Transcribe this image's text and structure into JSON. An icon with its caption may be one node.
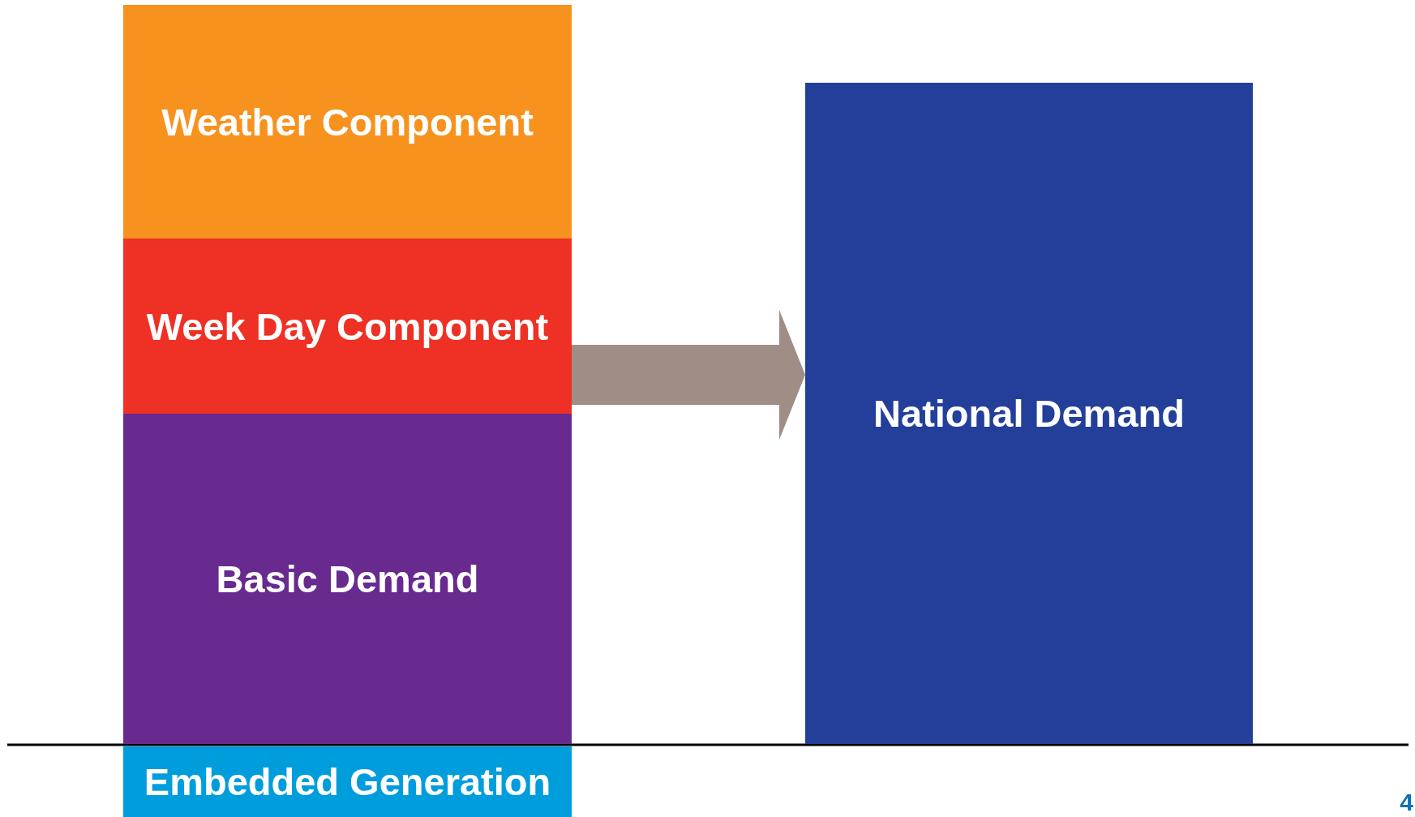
{
  "diagram": {
    "nodes": [
      {
        "text": [
          "Weather Component"
        ]
      },
      {
        "text": [
          "Week Day Component"
        ]
      },
      {
        "text": [
          "Basic Demand"
        ]
      },
      {
        "text": [
          "Embedded Generation"
        ]
      },
      {
        "text": [
          "National Demand"
        ]
      }
    ],
    "edges": [
      {
        "from": 1,
        "to": 4,
        "arrow": "to",
        "color": "#a08e86"
      }
    ],
    "labels": [
      "4"
    ]
  }
}
